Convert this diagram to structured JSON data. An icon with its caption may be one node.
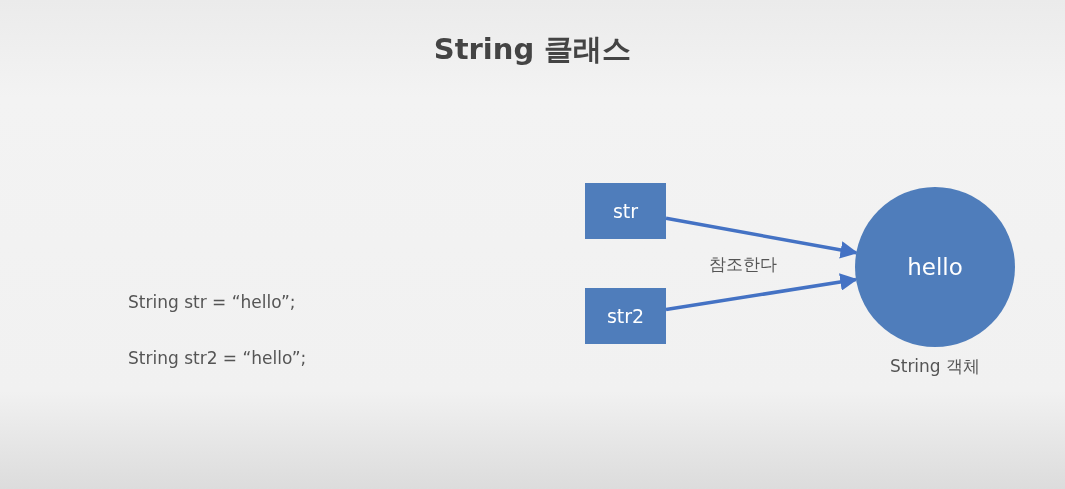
{
  "diagram": {
    "title": "String 클래스",
    "nodes": [
      {
        "text": [
          "str"
        ]
      },
      {
        "text": [
          "str2"
        ]
      },
      {
        "text": [
          "hello"
        ],
        "beside": [
          "String 객체"
        ]
      }
    ],
    "edges": [
      {
        "from": 0,
        "to": 2,
        "arrow": "to"
      },
      {
        "from": 1,
        "to": 2,
        "arrow": "to"
      }
    ],
    "labels": [
      "String str = “hello”;",
      "String str2 = “hello”;",
      "참조한다"
    ]
  }
}
